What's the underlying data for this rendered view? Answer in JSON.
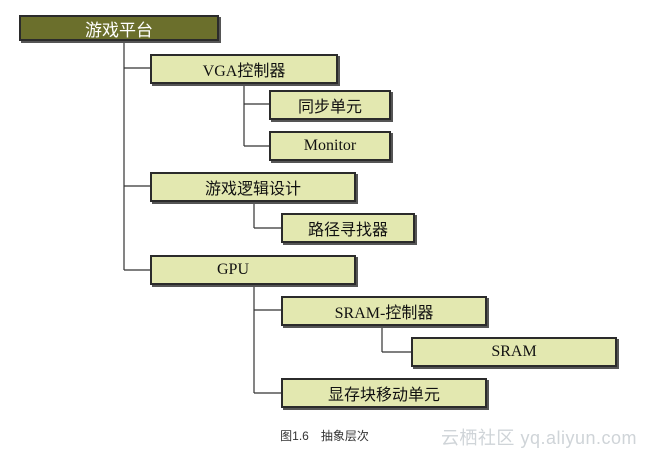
{
  "diagram": {
    "root": "游戏平台",
    "nodes": {
      "vga": "VGA控制器",
      "sync": "同步单元",
      "monitor": "Monitor",
      "logic": "游戏逻辑设计",
      "pathfinder": "路径寻找器",
      "gpu": "GPU",
      "sram_ctrl": "SRAM-控制器",
      "sram": "SRAM",
      "display_move": "显存块移动单元"
    }
  },
  "caption": {
    "figure": "图1.6",
    "text": "抽象层次"
  },
  "watermark": "云栖社区 yq.aliyun.com",
  "colors": {
    "root_fill": "#6b6f2c",
    "node_fill": "#e3e8b0",
    "border": "#2b2b2b"
  }
}
